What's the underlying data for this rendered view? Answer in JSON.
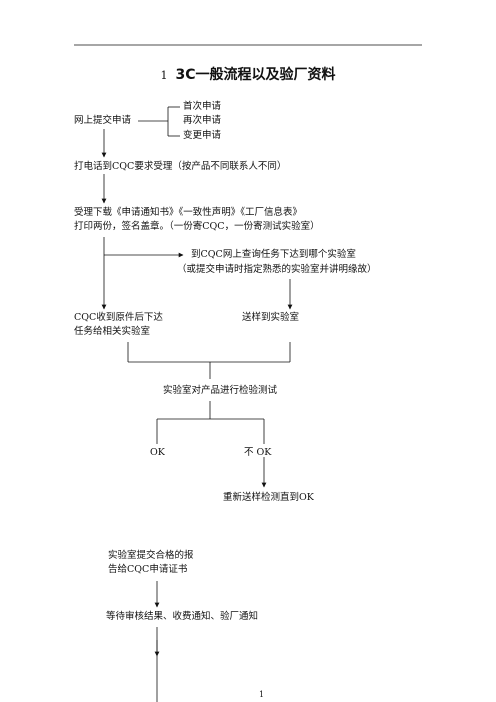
{
  "title": {
    "number": "1",
    "text": "3C一般流程以及验厂资料"
  },
  "submit": {
    "label": "网上提交申请",
    "options": [
      "首次申请",
      "再次申请",
      "变更申请"
    ]
  },
  "step_call": "打电话到CQC要求受理（按产品不同联系人不同）",
  "step_download": {
    "line1": "受理下载《申请通知书》《一致性声明》《工厂信息表》",
    "line2": "打印两份，签名盖章。（一份寄CQC，一份寄测试实验室）"
  },
  "branch_query": {
    "line1": "到CQC网上查询任务下达到哪个实验室",
    "line2": "（或提交申请时指定熟悉的实验室并讲明缘故）"
  },
  "cqc_receive": {
    "line1": "CQC收到原件后下达",
    "line2": "任务给相关实验室"
  },
  "send_sample": "送样到实验室",
  "lab_test": "实验室对产品进行检验测试",
  "result_ok": "OK",
  "result_not_ok": "不 OK",
  "resend": "重新送样检测直到OK",
  "lab_report": {
    "line1": "实验室提交合格的报",
    "line2": "告给CQC申请证书"
  },
  "wait_notice": "等待审核结果、收费通知、验厂通知",
  "page_number": "1"
}
